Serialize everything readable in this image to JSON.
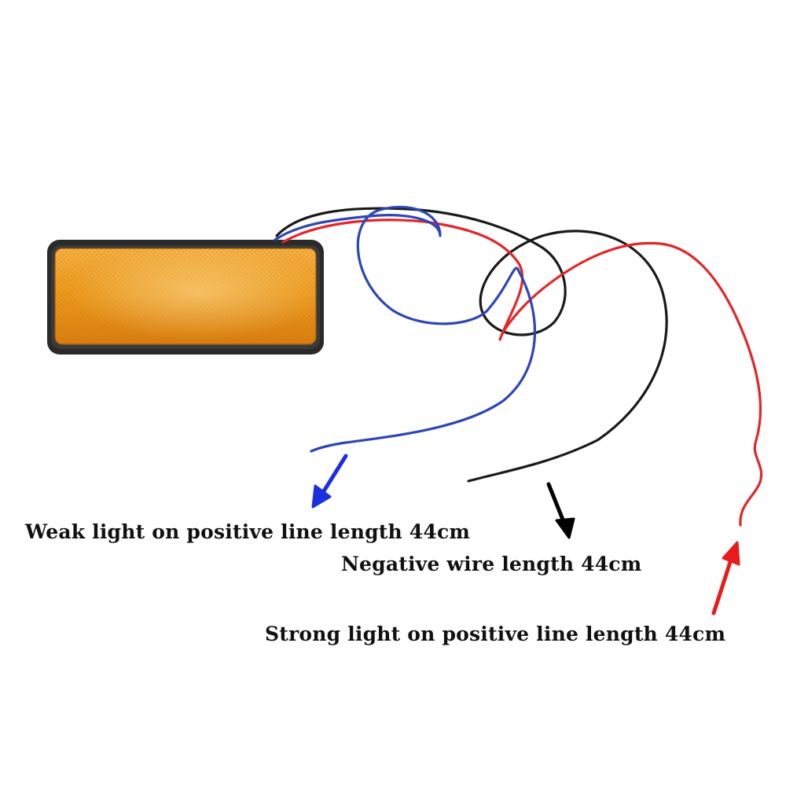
{
  "labels": {
    "weak": "Weak light on positive line length 44cm",
    "negative": "Negative wire length 44cm",
    "strong": "Strong light on positive line length 44cm"
  },
  "colors": {
    "background": "#ffffff",
    "reflector": "#f0a020",
    "housing": "#2a2a2a",
    "wire_blue": "#2b46b8",
    "wire_black": "#1a1a1a",
    "wire_red": "#e3262a",
    "arrow_blue": "#1c2fe0",
    "arrow_black": "#000000",
    "arrow_red": "#e81c1c"
  }
}
